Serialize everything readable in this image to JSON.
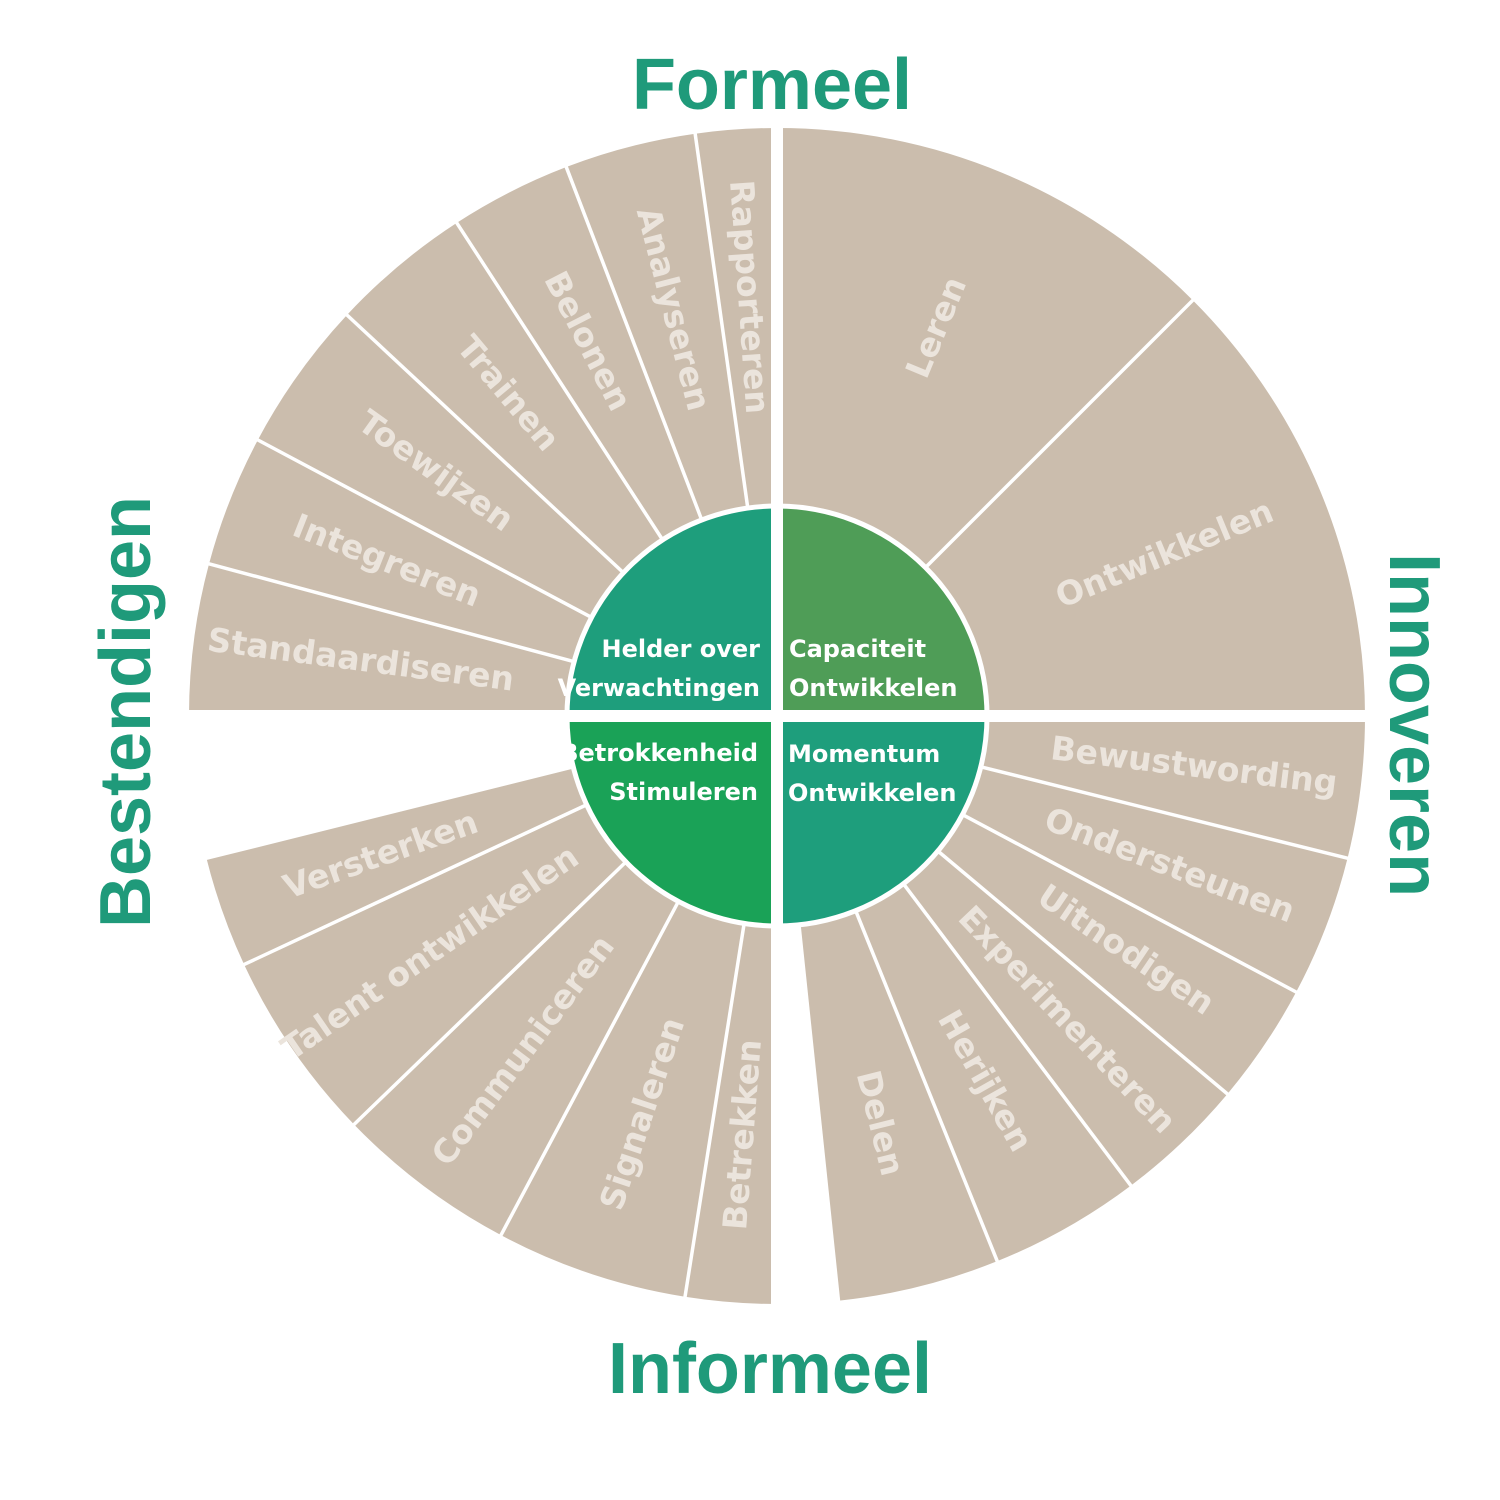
{
  "axes": {
    "top": "Formeel",
    "bottom": "Informeel",
    "left": "Bestendigen",
    "right": "Innoveren"
  },
  "colors": {
    "segment_fill": "#cbbdad",
    "segment_text": "#ebe4dc",
    "separator": "#ffffff",
    "axis_text": "#1f9a7a",
    "core_top_left": "#1e9e7c",
    "core_top_right": "#4f9d57",
    "core_bottom_left": "#1aa257",
    "core_bottom_right": "#1e9e7c"
  },
  "core": {
    "top_left": {
      "line1": "Helder over",
      "line2": "Verwachtingen"
    },
    "top_right": {
      "line1": "Capaciteit",
      "line2": "Ontwikkelen"
    },
    "bottom_left": {
      "line1": "Betrokkenheid",
      "line2": "Stimuleren"
    },
    "bottom_right": {
      "line1": "Momentum",
      "line2": "Ontwikkelen"
    }
  },
  "quadrants": {
    "top_left": [
      "Rapporteren",
      "Analyseren",
      "Belonen",
      "Trainen",
      "Toewijzen",
      "Integreren",
      "Standaardiseren"
    ],
    "top_right": [
      "Leren",
      "Ontwikkelen"
    ],
    "bottom_right": [
      "Bewustwording",
      "Ondersteunen",
      "Uitnodigen",
      "Experimenteren",
      "Herijken",
      "Delen"
    ],
    "bottom_left": [
      "Betrekken",
      "Signaleren",
      "Communiceren",
      "Talent ontwikkelen",
      "Versterken"
    ]
  }
}
